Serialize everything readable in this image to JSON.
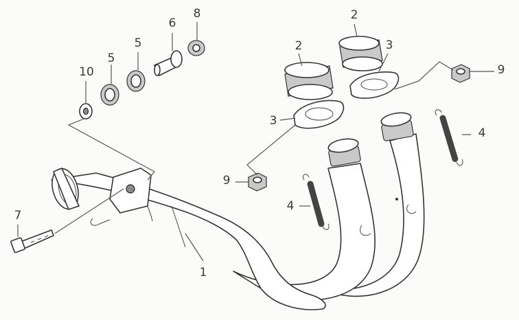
{
  "labels": {
    "l1": "1",
    "l2a": "2",
    "l2b": "2",
    "l3a": "3",
    "l3b": "3",
    "l4a": "4",
    "l4b": "4",
    "l5a": "5",
    "l5b": "5",
    "l6": "6",
    "l7": "7",
    "l8": "8",
    "l9a": "9",
    "l9b": "9",
    "l10": "10"
  }
}
